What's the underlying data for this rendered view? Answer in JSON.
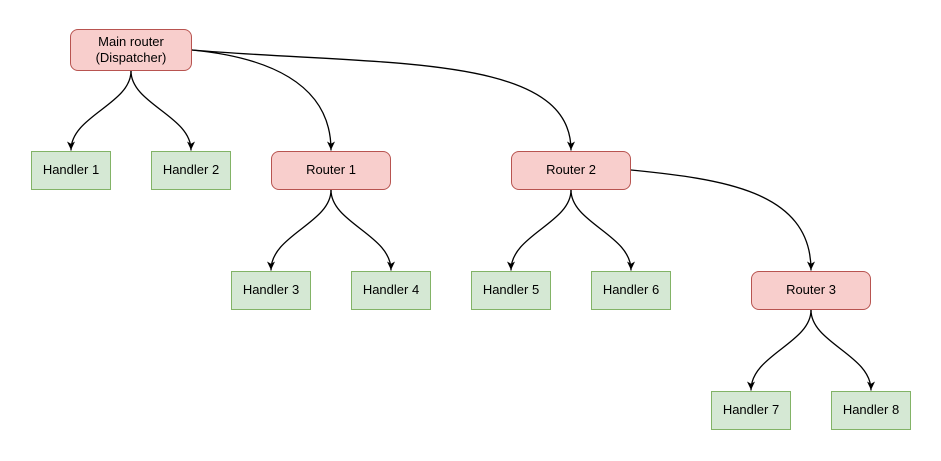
{
  "diagram": {
    "nodes": {
      "main_router": {
        "type": "router",
        "lines": [
          "Main router",
          "(Dispatcher)"
        ]
      },
      "handler_1": {
        "type": "handler",
        "label": "Handler 1"
      },
      "handler_2": {
        "type": "handler",
        "label": "Handler 2"
      },
      "router_1": {
        "type": "router",
        "label": "Router 1"
      },
      "router_2": {
        "type": "router",
        "label": "Router 2"
      },
      "handler_3": {
        "type": "handler",
        "label": "Handler 3"
      },
      "handler_4": {
        "type": "handler",
        "label": "Handler 4"
      },
      "handler_5": {
        "type": "handler",
        "label": "Handler 5"
      },
      "handler_6": {
        "type": "handler",
        "label": "Handler 6"
      },
      "router_3": {
        "type": "router",
        "label": "Router 3"
      },
      "handler_7": {
        "type": "handler",
        "label": "Handler 7"
      },
      "handler_8": {
        "type": "handler",
        "label": "Handler 8"
      }
    },
    "edges": [
      {
        "from": "main_router",
        "to": "handler_1"
      },
      {
        "from": "main_router",
        "to": "handler_2"
      },
      {
        "from": "main_router",
        "to": "router_1"
      },
      {
        "from": "main_router",
        "to": "router_2"
      },
      {
        "from": "router_1",
        "to": "handler_3"
      },
      {
        "from": "router_1",
        "to": "handler_4"
      },
      {
        "from": "router_2",
        "to": "handler_5"
      },
      {
        "from": "router_2",
        "to": "handler_6"
      },
      {
        "from": "router_2",
        "to": "router_3"
      },
      {
        "from": "router_3",
        "to": "handler_7"
      },
      {
        "from": "router_3",
        "to": "handler_8"
      }
    ]
  },
  "colors": {
    "router-fill": "#f8cecc",
    "router-stroke": "#b85450",
    "handler-fill": "#d5e8d4",
    "handler-stroke": "#82b366",
    "edge": "#000000",
    "background": "#ffffff",
    "text": "#000000"
  }
}
